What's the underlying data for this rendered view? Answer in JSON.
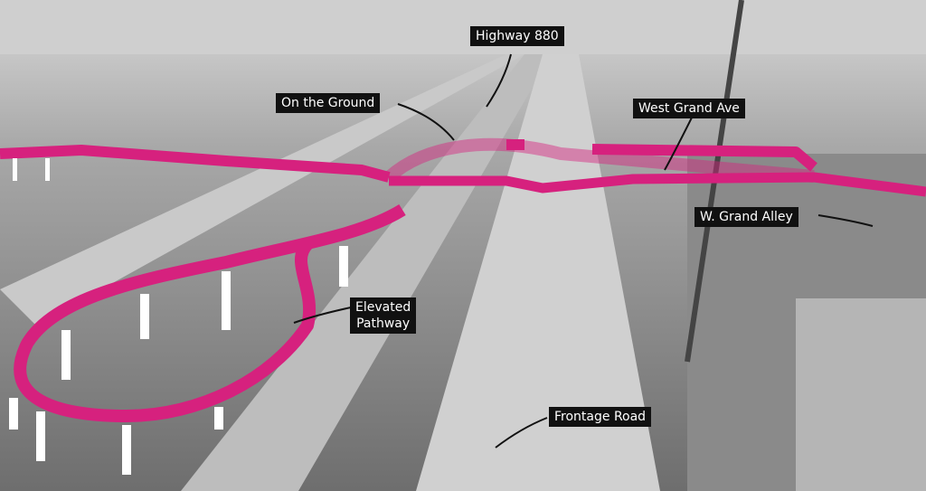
{
  "labels": {
    "highway": "Highway 880",
    "on_ground": "On the Ground",
    "west_grand": "West Grand Ave",
    "alley": "W. Grand Alley",
    "elevated_line1": "Elevated",
    "elevated_line2": "Pathway",
    "frontage": "Frontage Road"
  },
  "colors": {
    "pathway": "#d6217e",
    "label_bg": "#111111"
  }
}
